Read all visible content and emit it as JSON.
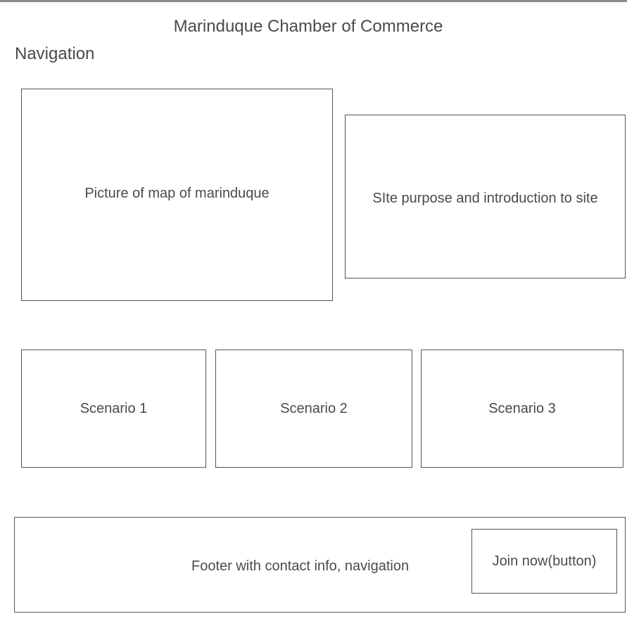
{
  "header": {
    "title": "Marinduque Chamber of Commerce",
    "navigation": "Navigation"
  },
  "hero": {
    "map_placeholder": "Picture of map of marinduque",
    "intro_placeholder": "SIte purpose and introduction to site"
  },
  "scenarios": [
    {
      "label": "Scenario 1"
    },
    {
      "label": "Scenario 2"
    },
    {
      "label": "Scenario 3"
    }
  ],
  "footer": {
    "text": "Footer with contact info, navigation",
    "join_label": "Join now(button)"
  },
  "colors": {
    "line": "#555555",
    "text": "#4a4a4a",
    "background": "#ffffff"
  }
}
